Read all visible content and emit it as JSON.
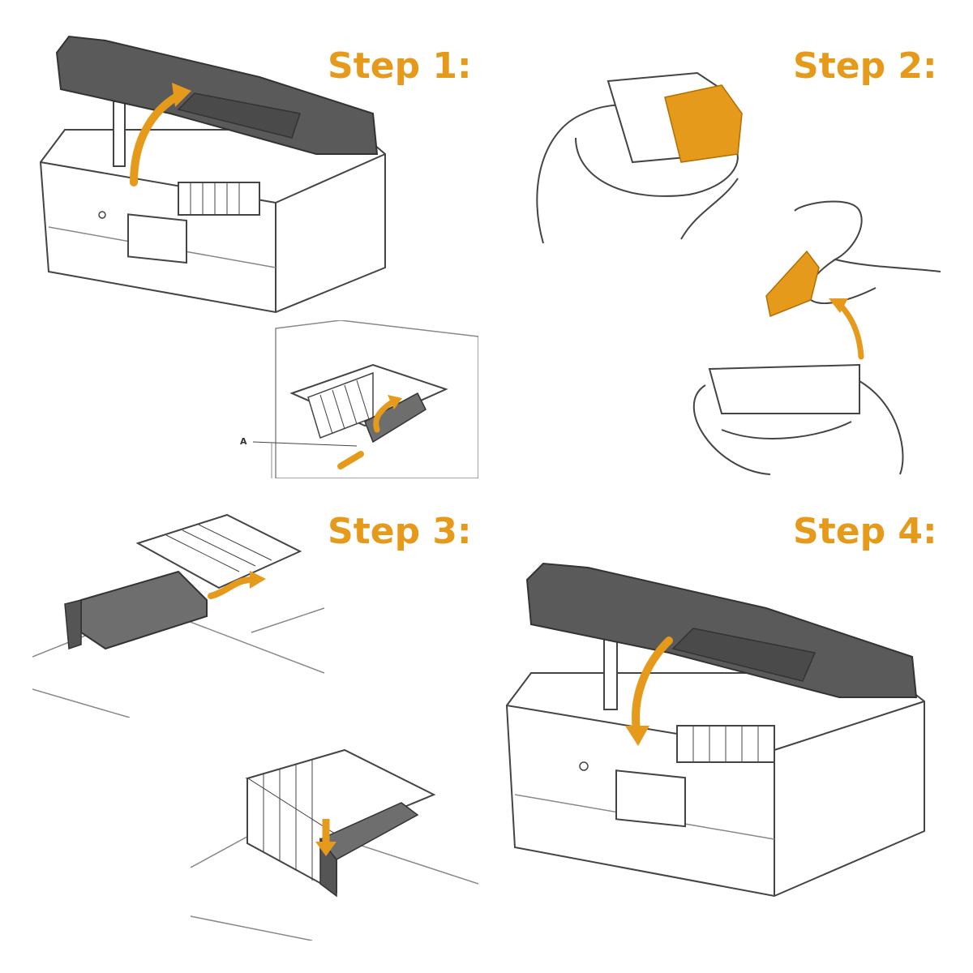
{
  "steps": [
    {
      "label": "Step 1:"
    },
    {
      "label": "Step 2:"
    },
    {
      "label": "Step 3:"
    },
    {
      "label": "Step 4:"
    }
  ],
  "callouts": {
    "part_a": "A"
  },
  "colors": {
    "accent": "#e59a1c",
    "lid": "#5a5a5a",
    "line": "#444444",
    "cartridge": "#6e6e6e"
  }
}
